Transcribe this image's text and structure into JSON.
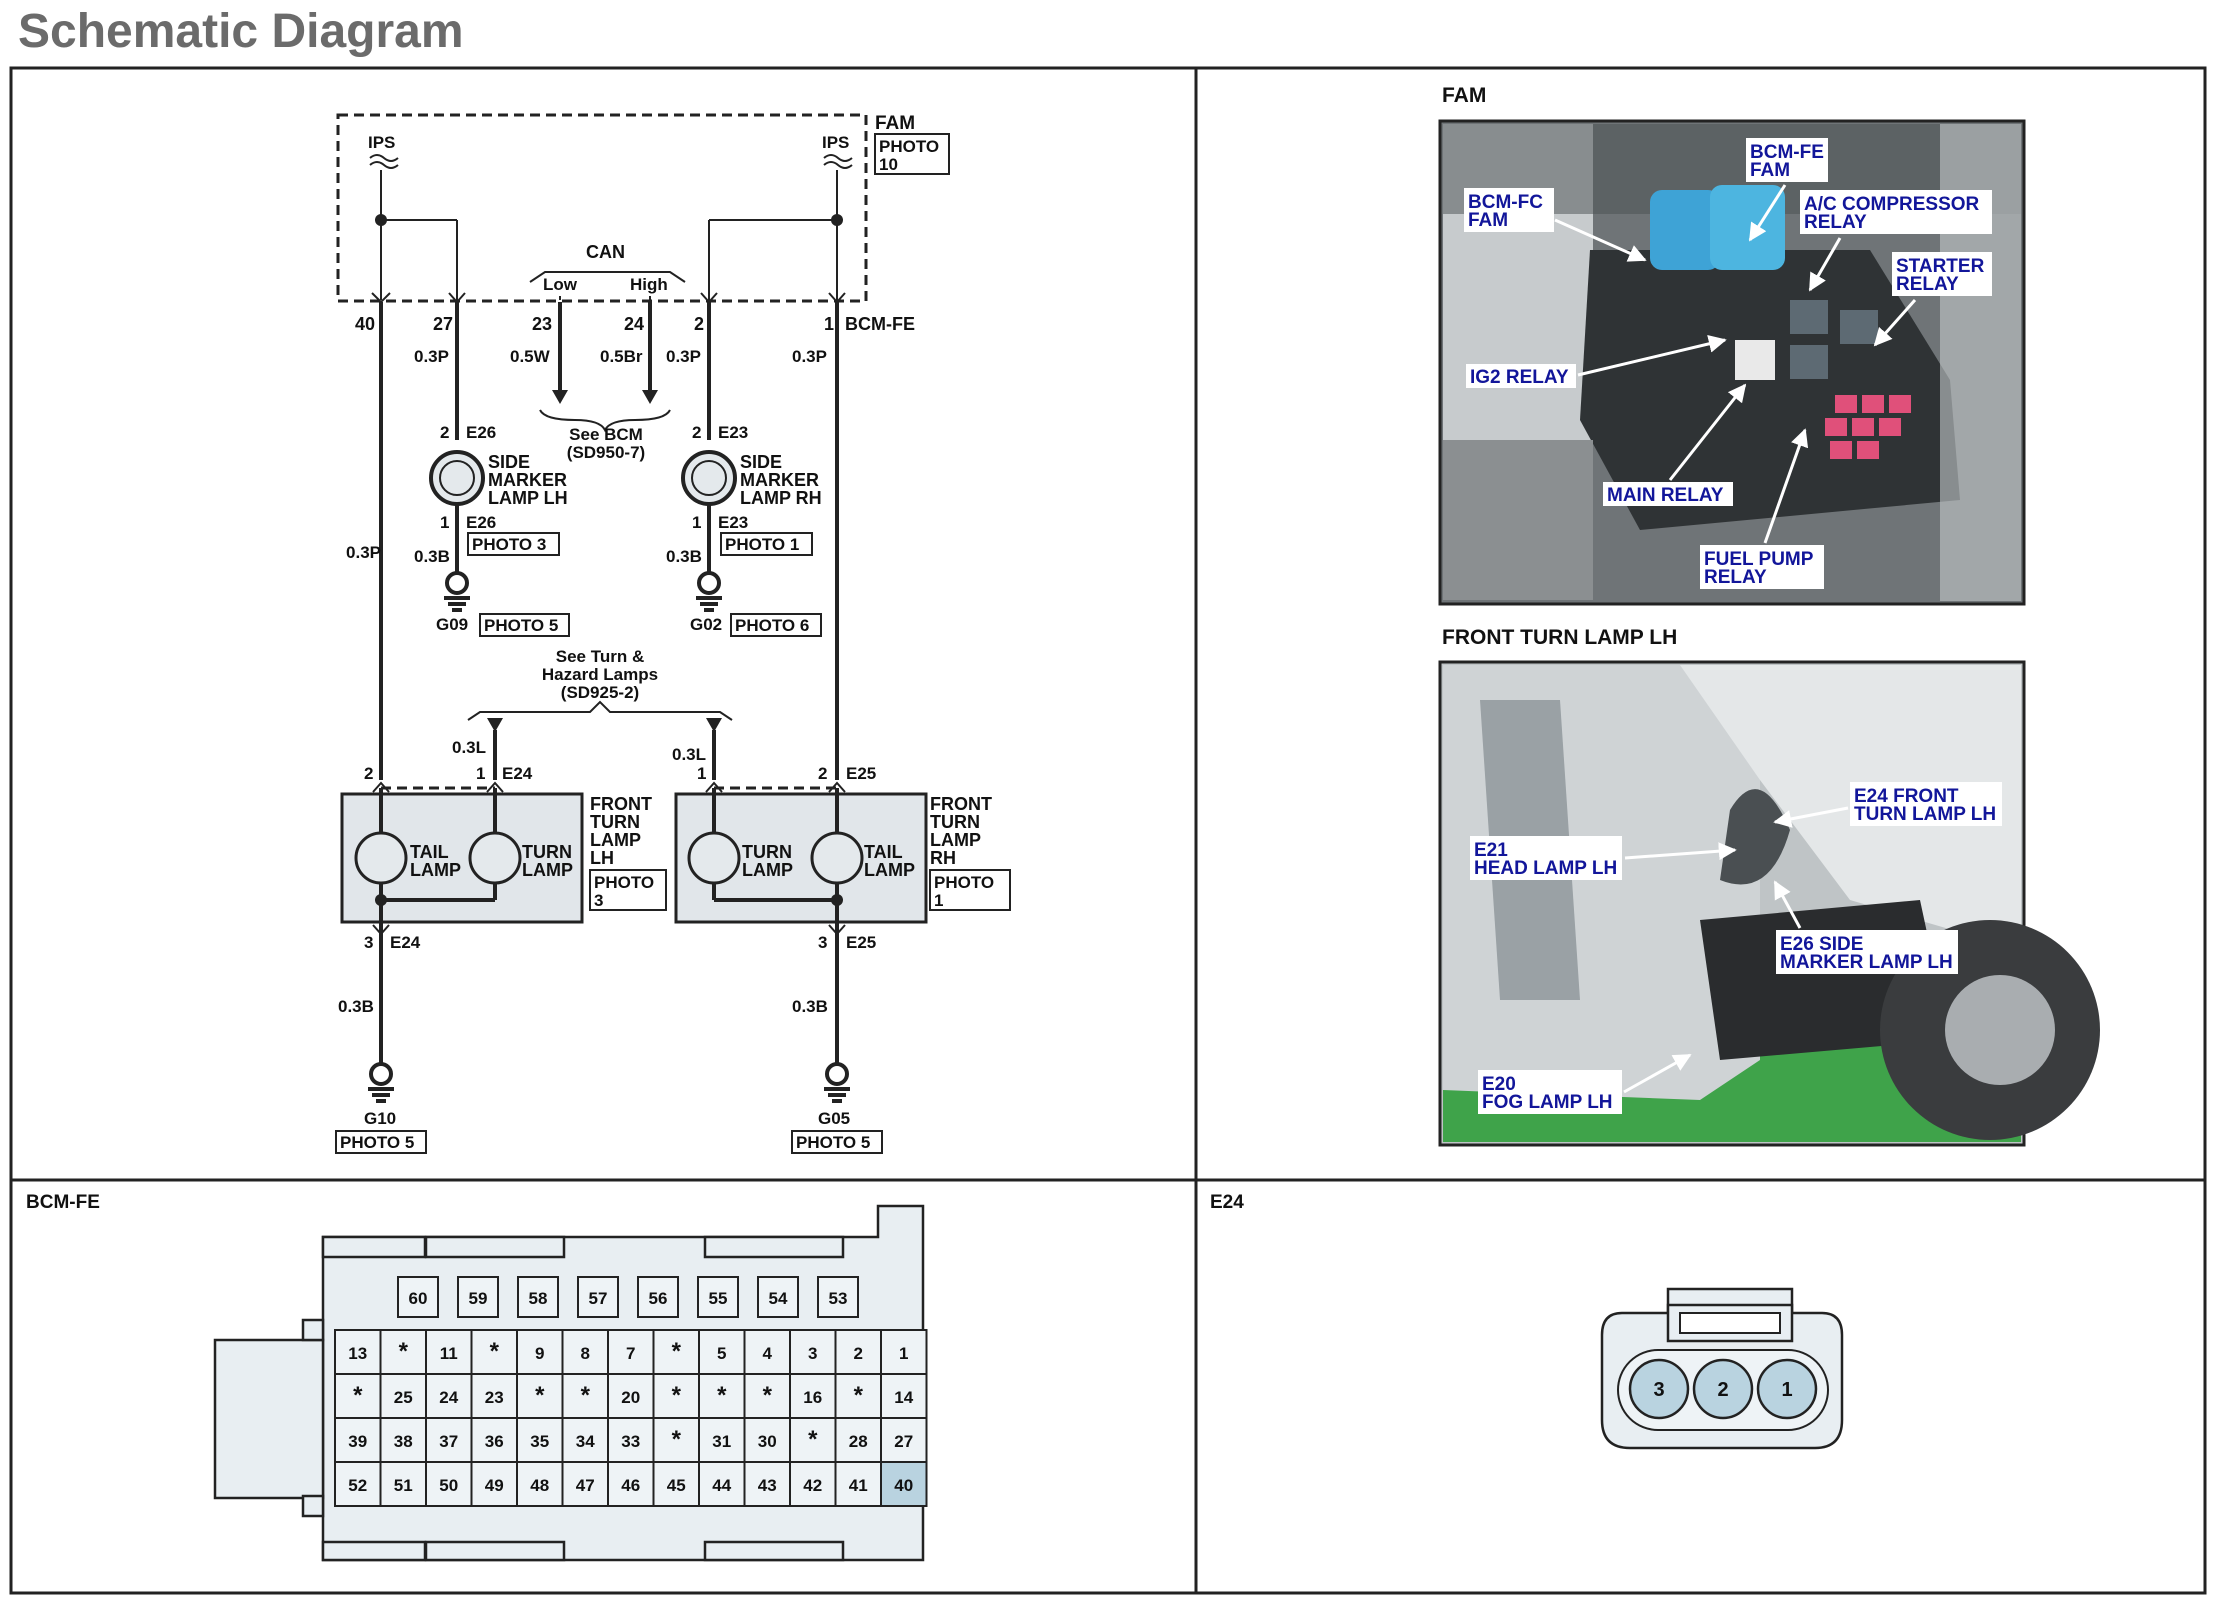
{
  "title": "Schematic Diagram",
  "schematic": {
    "fam_label": "FAM",
    "fam_photo": [
      "PHOTO",
      "10"
    ],
    "ips_left": "IPS",
    "ips_right": "IPS",
    "can": "CAN",
    "can_low": "Low",
    "can_high": "High",
    "pins_top": [
      "40",
      "27",
      "23",
      "24",
      "2",
      "1"
    ],
    "bcm_fe": "BCM-FE",
    "wire_colors": {
      "w27": "0.3P",
      "w23": "0.5W",
      "w24": "0.5Br",
      "w2": "0.3P",
      "w1": "0.3P",
      "w40": "0.3P",
      "e26_gnd": "0.3B",
      "e23_gnd": "0.3B",
      "turn_lh": "0.3L",
      "turn_rh": "0.3L",
      "e24_gnd": "0.3B",
      "e25_gnd": "0.3B"
    },
    "see_bcm": [
      "See BCM",
      "(SD950-7)"
    ],
    "side_lh": {
      "pin_top": "2",
      "conn_top": "E26",
      "name": [
        "SIDE",
        "MARKER",
        "LAMP LH"
      ],
      "pin_bot": "1",
      "conn_bot": "E26",
      "photo": "PHOTO 3",
      "ground": "G09",
      "ground_photo": "PHOTO 5"
    },
    "side_rh": {
      "pin_top": "2",
      "conn_top": "E23",
      "name": [
        "SIDE",
        "MARKER",
        "LAMP RH"
      ],
      "pin_bot": "1",
      "conn_bot": "E23",
      "photo": "PHOTO 1",
      "ground": "G02",
      "ground_photo": "PHOTO 6"
    },
    "see_turn": [
      "See Turn &",
      "Hazard Lamps",
      "(SD925-2)"
    ],
    "front_lh": {
      "pin_tail": "2",
      "pin_turn": "1",
      "conn": "E24",
      "tail": [
        "TAIL",
        "LAMP"
      ],
      "turn": [
        "TURN",
        "LAMP"
      ],
      "name": [
        "FRONT",
        "TURN",
        "LAMP",
        "LH"
      ],
      "photo": [
        "PHOTO",
        "3"
      ],
      "pin_bot": "3",
      "conn_bot": "E24",
      "ground": "G10",
      "ground_photo": "PHOTO 5"
    },
    "front_rh": {
      "pin_turn": "1",
      "pin_tail": "2",
      "conn": "E25",
      "turn": [
        "TURN",
        "LAMP"
      ],
      "tail": [
        "TAIL",
        "LAMP"
      ],
      "name": [
        "FRONT",
        "TURN",
        "LAMP",
        "RH"
      ],
      "photo": [
        "PHOTO",
        "1"
      ],
      "pin_bot": "3",
      "conn_bot": "E25",
      "ground": "G05",
      "ground_photo": "PHOTO 5"
    }
  },
  "photo_fam": {
    "title": "FAM",
    "labels": {
      "bcm_fc": [
        "BCM-FC",
        "FAM"
      ],
      "bcm_fe": [
        "BCM-FE",
        "FAM"
      ],
      "ac": [
        "A/C COMPRESSOR",
        "RELAY"
      ],
      "starter": [
        "STARTER",
        "RELAY"
      ],
      "ig2": "IG2 RELAY",
      "main": "MAIN RELAY",
      "fuel": [
        "FUEL PUMP",
        "RELAY"
      ]
    }
  },
  "photo_turn": {
    "title": "FRONT TURN LAMP LH",
    "labels": {
      "e24": [
        "E24 FRONT",
        "TURN LAMP LH"
      ],
      "e21": [
        "E21",
        "HEAD LAMP LH"
      ],
      "e26": [
        "E26 SIDE",
        "MARKER LAMP LH"
      ],
      "e20": [
        "E20",
        "FOG LAMP LH"
      ]
    }
  },
  "bcm_connector": {
    "title": "BCM-FE",
    "row0": [
      "60",
      "59",
      "58",
      "57",
      "56",
      "55",
      "54",
      "53"
    ],
    "row1": [
      "13",
      "*",
      "11",
      "*",
      "9",
      "8",
      "7",
      "*",
      "5",
      "4",
      "3",
      "2",
      "1"
    ],
    "row2": [
      "*",
      "25",
      "24",
      "23",
      "*",
      "*",
      "20",
      "*",
      "*",
      "*",
      "16",
      "*",
      "14"
    ],
    "row3": [
      "39",
      "38",
      "37",
      "36",
      "35",
      "34",
      "33",
      "*",
      "31",
      "30",
      "*",
      "28",
      "27"
    ],
    "row4": [
      "52",
      "51",
      "50",
      "49",
      "48",
      "47",
      "46",
      "45",
      "44",
      "43",
      "42",
      "41",
      "40"
    ],
    "highlight_pin": "40"
  },
  "e24_connector": {
    "title": "E24",
    "pins": [
      "3",
      "2",
      "1"
    ]
  }
}
